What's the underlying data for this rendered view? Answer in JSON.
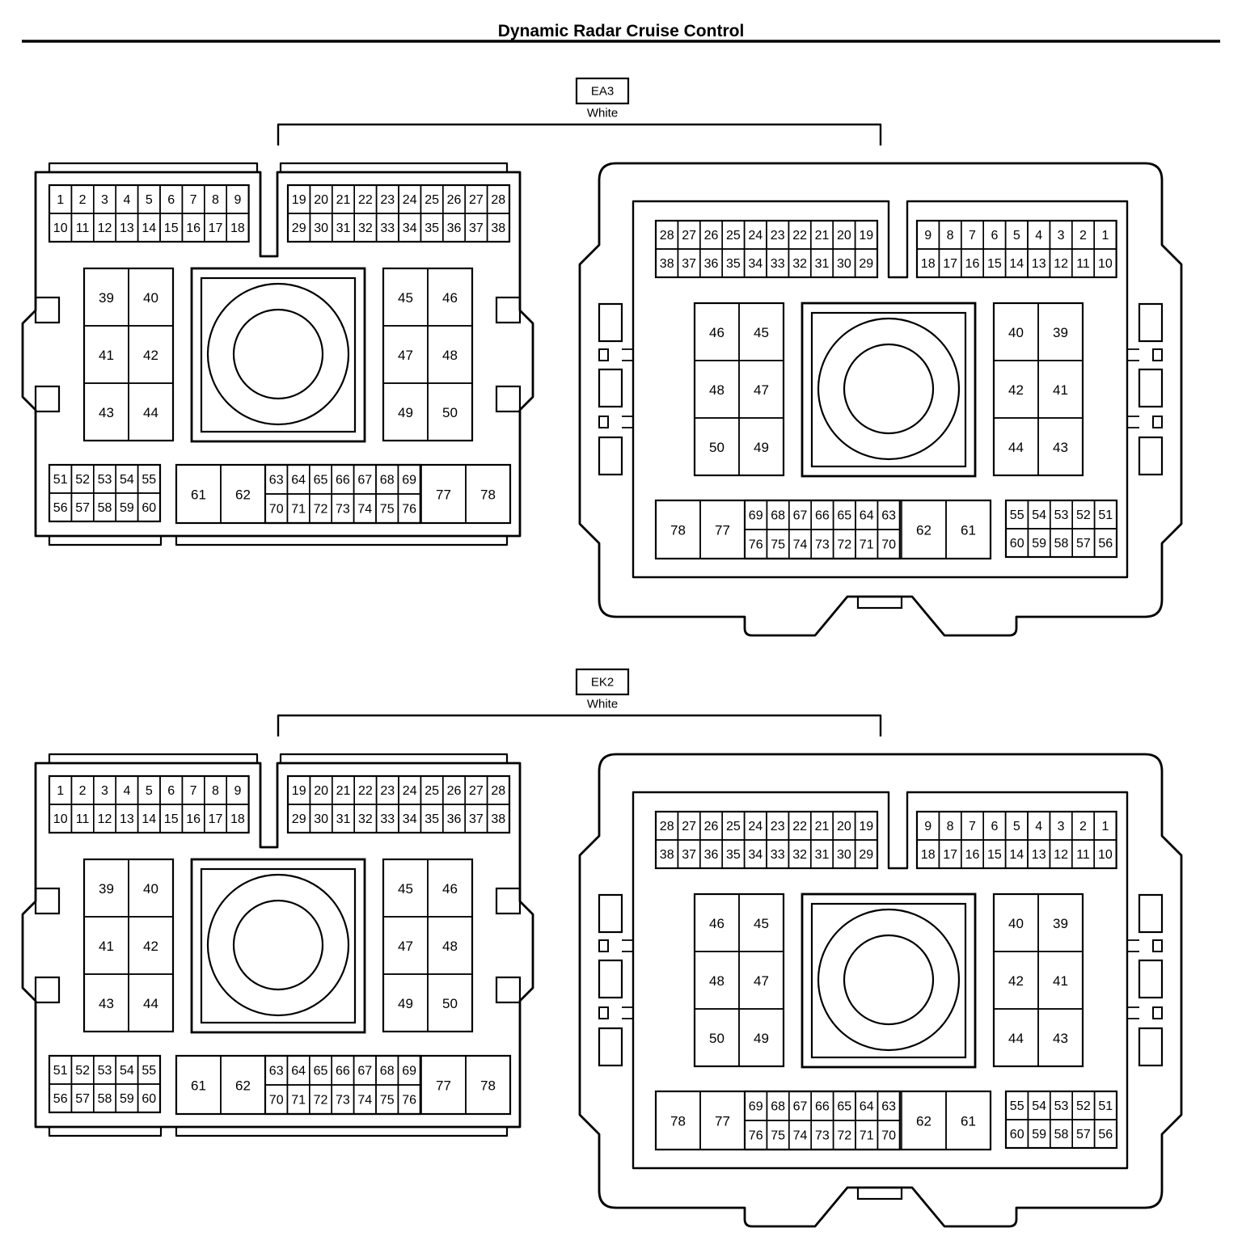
{
  "title": "Dynamic Radar Cruise Control",
  "connectors": [
    {
      "code": "EA3",
      "color": "White"
    },
    {
      "code": "EK2",
      "color": "White"
    }
  ],
  "face": {
    "top_left": [
      [
        "1",
        "2",
        "3",
        "4",
        "5",
        "6",
        "7",
        "8",
        "9"
      ],
      [
        "10",
        "11",
        "12",
        "13",
        "14",
        "15",
        "16",
        "17",
        "18"
      ]
    ],
    "top_right": [
      [
        "19",
        "20",
        "21",
        "22",
        "23",
        "24",
        "25",
        "26",
        "27",
        "28"
      ],
      [
        "29",
        "30",
        "31",
        "32",
        "33",
        "34",
        "35",
        "36",
        "37",
        "38"
      ]
    ],
    "mid_left": [
      [
        "39",
        "40"
      ],
      [
        "41",
        "42"
      ],
      [
        "43",
        "44"
      ]
    ],
    "mid_right": [
      [
        "45",
        "46"
      ],
      [
        "47",
        "48"
      ],
      [
        "49",
        "50"
      ]
    ],
    "bot_small": [
      [
        "51",
        "52",
        "53",
        "54",
        "55"
      ],
      [
        "56",
        "57",
        "58",
        "59",
        "60"
      ]
    ],
    "bot_big_left": [
      "61",
      "62"
    ],
    "bot_mid": [
      [
        "63",
        "64",
        "65",
        "66",
        "67",
        "68",
        "69"
      ],
      [
        "70",
        "71",
        "72",
        "73",
        "74",
        "75",
        "76"
      ]
    ],
    "bot_big_right": [
      "77",
      "78"
    ]
  },
  "colors": {
    "line": "#000000",
    "background": "#ffffff"
  }
}
